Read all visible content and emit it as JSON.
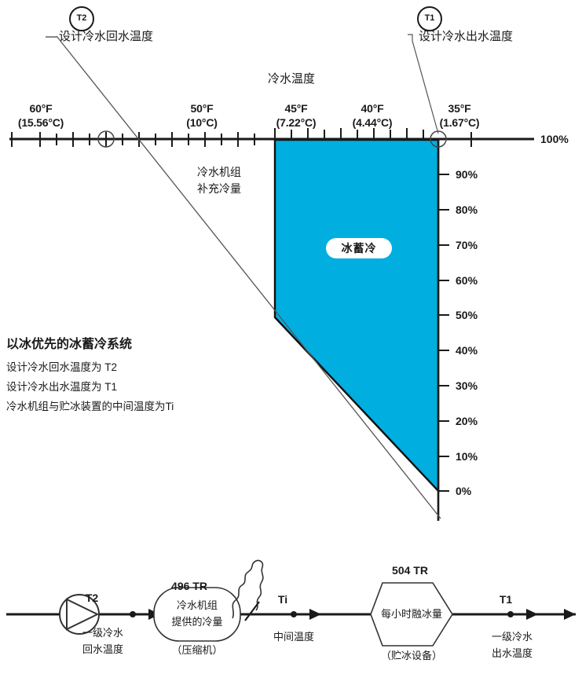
{
  "chart_data": {
    "type": "area",
    "title": "冷水温度",
    "xlabel": "冷水温度",
    "ylabel": "100%",
    "x_axis": {
      "orientation": "horizontal-top",
      "direction": "decreasing-temperature-left-to-right",
      "ticks": [
        {
          "f": "60°F",
          "c": "(15.56°C)"
        },
        {
          "f": "50°F",
          "c": "(10°C)"
        },
        {
          "f": "45°F",
          "c": "(7.22°C)"
        },
        {
          "f": "40°F",
          "c": "(4.44°C)"
        },
        {
          "f": "35°F",
          "c": "(1.67°C)"
        }
      ]
    },
    "y_axis": {
      "orientation": "vertical-right",
      "ticks": [
        "100%",
        "90%",
        "80%",
        "70%",
        "60%",
        "50%",
        "40%",
        "30%",
        "20%",
        "10%",
        "0%"
      ],
      "ylim": [
        0,
        100
      ]
    },
    "regions": [
      {
        "name": "冰蓄冷",
        "color": "#00aee0",
        "description": "Ice storage region: full width from 45°F to 35°F between 100% and 50%, tapering diagonally to a point at 35°F / 0%",
        "vertices_pct": [
          {
            "temp_f": 45,
            "load_pct": 100
          },
          {
            "temp_f": 35,
            "load_pct": 100
          },
          {
            "temp_f": 35,
            "load_pct": 0
          },
          {
            "temp_f": 45,
            "load_pct": 50
          }
        ]
      },
      {
        "name": "冷水机组补充冷量",
        "color": "#ffffff",
        "description": "Chiller supplementary cooling region left of the ice-storage area"
      }
    ],
    "markers": [
      {
        "id": "T2",
        "label": "设计冷水回水温度",
        "temp_f": 60,
        "axis": "x"
      },
      {
        "id": "T1",
        "label": "设计冷水出水温度",
        "temp_f": 35,
        "axis": "x"
      }
    ],
    "annotations": {
      "chiller_supplement": "冷水机组\n补充冷量",
      "ice_storage": "冰蓄冷"
    }
  },
  "top": {
    "tag_t2": "T2",
    "tag_t1": "T1",
    "callout_t2": "设计冷水回水温度",
    "callout_t1": "设计冷水出水温度",
    "axis_title": "冷水温度",
    "temps": [
      {
        "f": "60°F",
        "c": "(15.56°C)"
      },
      {
        "f": "50°F",
        "c": "(10°C)"
      },
      {
        "f": "45°F",
        "c": "(7.22°C)"
      },
      {
        "f": "40°F",
        "c": "(4.44°C)"
      },
      {
        "f": "35°F",
        "c": "(1.67°C)"
      }
    ],
    "axis_right_label": "100%",
    "pct_ticks": [
      "90%",
      "80%",
      "70%",
      "60%",
      "50%",
      "40%",
      "30%",
      "20%",
      "10%",
      "0%"
    ],
    "chiller_label_line1": "冷水机组",
    "chiller_label_line2": "补充冷量",
    "ice_pill": "冰蓄冷",
    "ice_color": "#00aee0"
  },
  "legend_block": {
    "heading": "以冰优先的冰蓄冷系统",
    "lines": [
      "设计冷水回水温度为 T2",
      "设计冷水出水温度为 T1",
      "冷水机组与贮冰装置的中间温度为Ti"
    ]
  },
  "schematic": {
    "pump_label_t2": "T2",
    "pump_sub_line1": "一级冷水",
    "pump_sub_line2": "回水温度",
    "chiller_capacity": "496 TR",
    "chiller_body_line1": "冷水机组",
    "chiller_body_line2": "提供的冷量",
    "chiller_sub": "（压缩机）",
    "mid_label": "Ti",
    "mid_sub": "中间温度",
    "ice_capacity": "504 TR",
    "ice_body": "每小时融冰量",
    "ice_sub": "（贮冰设备）",
    "out_label": "T1",
    "out_sub_line1": "一级冷水",
    "out_sub_line2": "出水温度"
  }
}
